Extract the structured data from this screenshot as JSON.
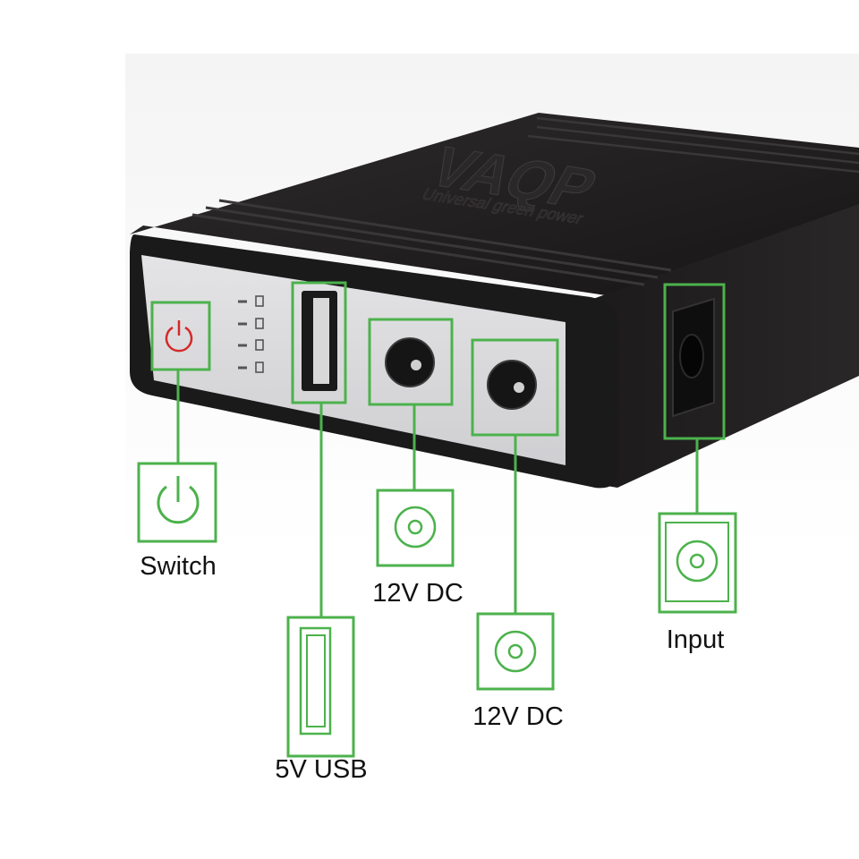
{
  "brand": {
    "logo": "VAQP",
    "tagline": "Universal green power"
  },
  "ports": [
    {
      "id": "switch",
      "label": "Switch",
      "icon": "power-icon"
    },
    {
      "id": "usb",
      "label": "5V USB",
      "icon": "usb-port-icon"
    },
    {
      "id": "dc1",
      "label": "12V DC",
      "icon": "dc-jack-icon"
    },
    {
      "id": "dc2",
      "label": "12V DC",
      "icon": "dc-jack-icon"
    },
    {
      "id": "input",
      "label": "Input",
      "icon": "dc-jack-icon"
    }
  ],
  "colors": {
    "callout": "#4cb24c",
    "body": "#1f1d1e",
    "panel": "#d9d9db",
    "power_button": "#d42a2a"
  },
  "battery_indicator_levels": 4
}
